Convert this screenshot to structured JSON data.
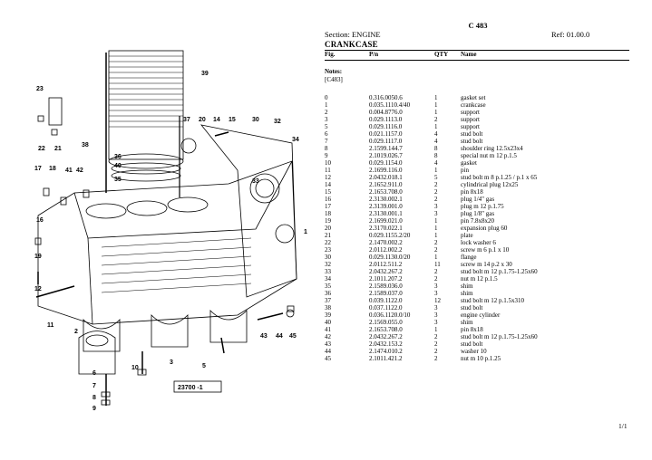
{
  "header": {
    "doc_code": "C 483",
    "section": "Section: ENGINE",
    "ref": "Ref: 01.00.0",
    "title": "CRANKCASE"
  },
  "table": {
    "columns": {
      "fig": "Fig.",
      "pn": "P/n",
      "qty": "QTY",
      "name": "Name"
    }
  },
  "notes": {
    "label": "Notes:",
    "value": "[C483]"
  },
  "parts": [
    {
      "fig": "0",
      "pn": "0.316.0050.6",
      "qty": "1",
      "name": "gasket set"
    },
    {
      "fig": "1",
      "pn": "0.035.1110.4/40",
      "qty": "1",
      "name": "crankcase"
    },
    {
      "fig": "2",
      "pn": "0.004.8776.0",
      "qty": "1",
      "name": "support"
    },
    {
      "fig": "3",
      "pn": "0.029.1113.0",
      "qty": "2",
      "name": "support"
    },
    {
      "fig": "5",
      "pn": "0.029.1116.0",
      "qty": "1",
      "name": "support"
    },
    {
      "fig": "6",
      "pn": "0.021.1157.0",
      "qty": "4",
      "name": "stud bolt"
    },
    {
      "fig": "7",
      "pn": "0.029.1117.0",
      "qty": "4",
      "name": "stud bolt"
    },
    {
      "fig": "8",
      "pn": "2.1599.144.7",
      "qty": "8",
      "name": "shoulder ring 12.5x23x4"
    },
    {
      "fig": "9",
      "pn": "2.1019.026.7",
      "qty": "8",
      "name": "special nut m 12 p.1.5"
    },
    {
      "fig": "10",
      "pn": "0.029.1154.0",
      "qty": "4",
      "name": "gasket"
    },
    {
      "fig": "11",
      "pn": "2.1699.116.0",
      "qty": "1",
      "name": "pin"
    },
    {
      "fig": "12",
      "pn": "2.0432.018.1",
      "qty": "5",
      "name": "stud bolt m 8 p.1.25 / p.1 x 65"
    },
    {
      "fig": "14",
      "pn": "2.1652.911.0",
      "qty": "2",
      "name": "cylindrical plug 12x25"
    },
    {
      "fig": "15",
      "pn": "2.1653.708.0",
      "qty": "2",
      "name": "pin 8x18"
    },
    {
      "fig": "16",
      "pn": "2.3130.002.1",
      "qty": "2",
      "name": "plug 1/4\" gas"
    },
    {
      "fig": "17",
      "pn": "2.3139.001.0",
      "qty": "3",
      "name": "plug m 12 p.1.75"
    },
    {
      "fig": "18",
      "pn": "2.3130.001.1",
      "qty": "3",
      "name": "plug 1/8\" gas"
    },
    {
      "fig": "19",
      "pn": "2.1699.021.0",
      "qty": "1",
      "name": "pin 7.8x8x20"
    },
    {
      "fig": "20",
      "pn": "2.3170.022.1",
      "qty": "1",
      "name": "expansion plug 60"
    },
    {
      "fig": "21",
      "pn": "0.029.1155.2/20",
      "qty": "1",
      "name": "plate"
    },
    {
      "fig": "22",
      "pn": "2.1470.002.2",
      "qty": "2",
      "name": "lock washer 6"
    },
    {
      "fig": "23",
      "pn": "2.0112.002.2",
      "qty": "2",
      "name": "screw m 6 p.1 x 10"
    },
    {
      "fig": "30",
      "pn": "0.029.1130.0/20",
      "qty": "1",
      "name": "flange"
    },
    {
      "fig": "32",
      "pn": "2.0112.511.2",
      "qty": "11",
      "name": "screw m 14 p.2 x 30"
    },
    {
      "fig": "33",
      "pn": "2.0432.267.2",
      "qty": "2",
      "name": "stud bolt m 12 p.1.75-1.25x60"
    },
    {
      "fig": "34",
      "pn": "2.1011.207.2",
      "qty": "2",
      "name": "nut m 12 p.1.5"
    },
    {
      "fig": "35",
      "pn": "2.1589.036.0",
      "qty": "3",
      "name": "shim"
    },
    {
      "fig": "36",
      "pn": "2.1589.037.0",
      "qty": "3",
      "name": "shim"
    },
    {
      "fig": "37",
      "pn": "0.039.1122.0",
      "qty": "12",
      "name": "stud bolt m 12 p.1.5x310"
    },
    {
      "fig": "38",
      "pn": "0.037.1122.0",
      "qty": "3",
      "name": "stud bolt"
    },
    {
      "fig": "39",
      "pn": "0.036.1120.0/10",
      "qty": "3",
      "name": "engine cylinder"
    },
    {
      "fig": "40",
      "pn": "2.1569.055.0",
      "qty": "3",
      "name": "shim"
    },
    {
      "fig": "41",
      "pn": "2.1653.708.0",
      "qty": "1",
      "name": "pin 8x18"
    },
    {
      "fig": "42",
      "pn": "2.0432.267.2",
      "qty": "2",
      "name": "stud bolt m 12 p.1.75-1.25x60"
    },
    {
      "fig": "43",
      "pn": "2.0432.153.2",
      "qty": "2",
      "name": "stud bolt"
    },
    {
      "fig": "44",
      "pn": "2.1474.010.2",
      "qty": "2",
      "name": "washer 10"
    },
    {
      "fig": "45",
      "pn": "2.1011.421.2",
      "qty": "2",
      "name": "nut m 10 p.1.25"
    }
  ],
  "diagram": {
    "ref_box": "23700 -1",
    "callouts": [
      "39",
      "23",
      "37",
      "20",
      "14",
      "15",
      "30",
      "32",
      "34",
      "22",
      "21",
      "38",
      "36",
      "40",
      "35",
      "17",
      "18",
      "41",
      "42",
      "33",
      "16",
      "19",
      "12",
      "11",
      "3",
      "2",
      "10",
      "6",
      "5",
      "43",
      "44",
      "45",
      "1",
      "7",
      "8",
      "9"
    ]
  },
  "footer": {
    "page": "1/1"
  }
}
